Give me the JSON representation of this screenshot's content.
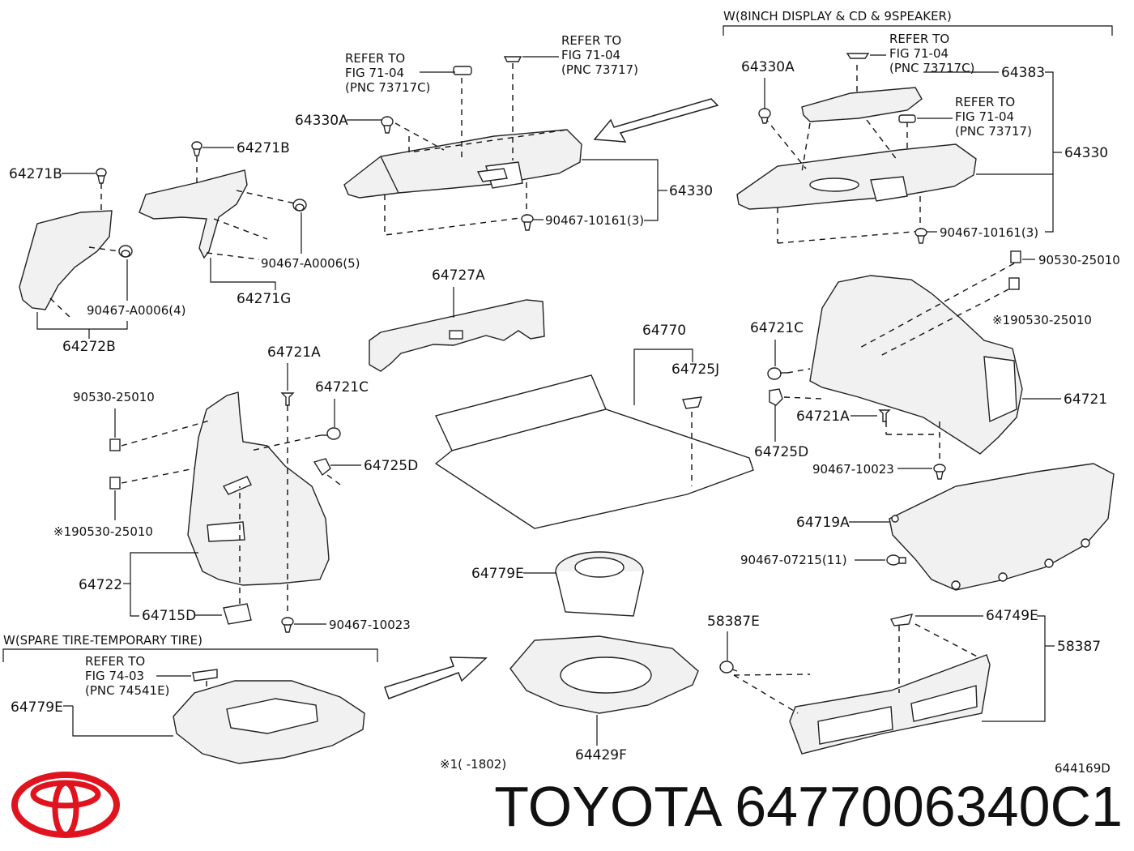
{
  "footer": {
    "brand_text": "TOYOTA 6477006340C1",
    "diagram_number": "644169D",
    "note": "※1(       -1802)"
  },
  "logo_icon": "toyota-emblem-icon",
  "brand_color": "#e0141e",
  "boxes": {
    "speaker_variant": "W(8INCH DISPLAY & CD & 9SPEAKER)",
    "spare_tire_variant": "W(SPARE TIRE-TEMPORARY TIRE)"
  },
  "refers": {
    "refer_a": [
      "REFER TO",
      "FIG 71-04",
      "(PNC 73717C)"
    ],
    "refer_b": [
      "REFER TO",
      "FIG 71-04",
      "(PNC 73717)"
    ],
    "refer_c": [
      "REFER TO",
      "FIG 71-04",
      "(PNC 73717C)"
    ],
    "refer_d": [
      "REFER TO",
      "FIG 71-04",
      "(PNC 73717)"
    ],
    "refer_e": [
      "REFER TO",
      "FIG 74-03",
      "(PNC 74541E)"
    ]
  },
  "labels": {
    "p64330A_left": "64330A",
    "p64330_left": "64330",
    "p90467_10161_left": "90467-10161(3)",
    "p64330A_right": "64330A",
    "p64383": "64383",
    "p64330_right": "64330",
    "p90467_10161_right": "90467-10161(3)",
    "p64271B_a": "64271B",
    "p64271B_b": "64271B",
    "p90467_A0006_5": "90467-A0006(5)",
    "p64271G": "64271G",
    "p90467_A0006_4": "90467-A0006(4)",
    "p64272B": "64272B",
    "p64727A": "64727A",
    "p64770": "64770",
    "p64725J": "64725J",
    "p90530_25010_right": "90530-25010",
    "p190530_25010_right": "※190530-25010",
    "p64721C_right": "64721C",
    "p64721": "64721",
    "p64721A_right": "64721A",
    "p64725D_right": "64725D",
    "p90467_10023_right": "90467-10023",
    "p64719A": "64719A",
    "p90467_07215": "90467-07215(11)",
    "p64721A_left": "64721A",
    "p64721C_left": "64721C",
    "p90530_25010_left": "90530-25010",
    "p64725D_left": "64725D",
    "p190530_25010_left": "※190530-25010",
    "p64722": "64722",
    "p64715D": "64715D",
    "p90467_10023_left": "90467-10023",
    "p64779E_mid": "64779E",
    "p64779E_left": "64779E",
    "p64429F": "64429F",
    "p58387E": "58387E",
    "p64749E": "64749E",
    "p58387": "58387"
  }
}
